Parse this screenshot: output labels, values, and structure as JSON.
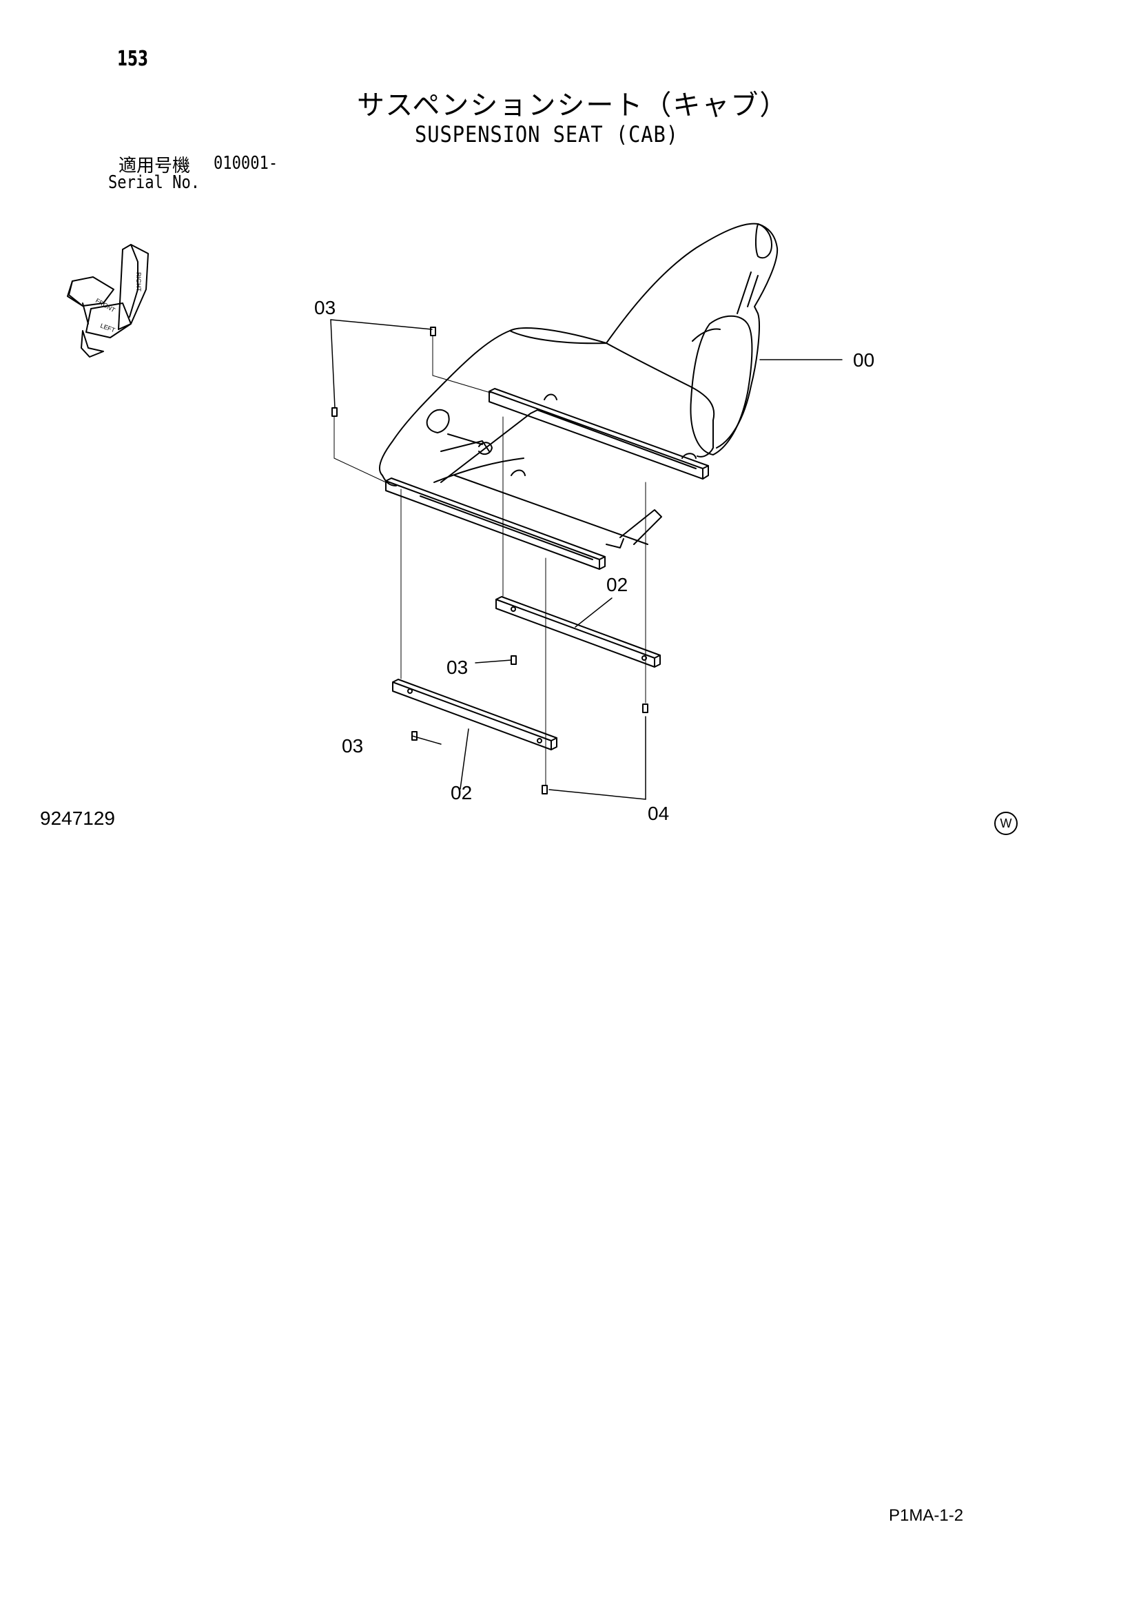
{
  "page": {
    "number": "153",
    "title_jp": "サスペンションシート（キャブ）",
    "title_en": "SUSPENSION SEAT (CAB)",
    "serial_label_jp": "適用号機",
    "serial_value": "010001-",
    "serial_label_en": "Serial No.",
    "drawing_number": "9247129",
    "page_reference": "P1MA-1-2",
    "mark": "W"
  },
  "orientation_icon": {
    "labels": [
      "FRONT",
      "LEFT",
      "RIGHT"
    ]
  },
  "callouts": {
    "seat": "00",
    "rail_upper": "02",
    "rail_lower": "02",
    "bolt_top": "03",
    "bolt_mid": "03",
    "bolt_low": "03",
    "nut": "04"
  }
}
